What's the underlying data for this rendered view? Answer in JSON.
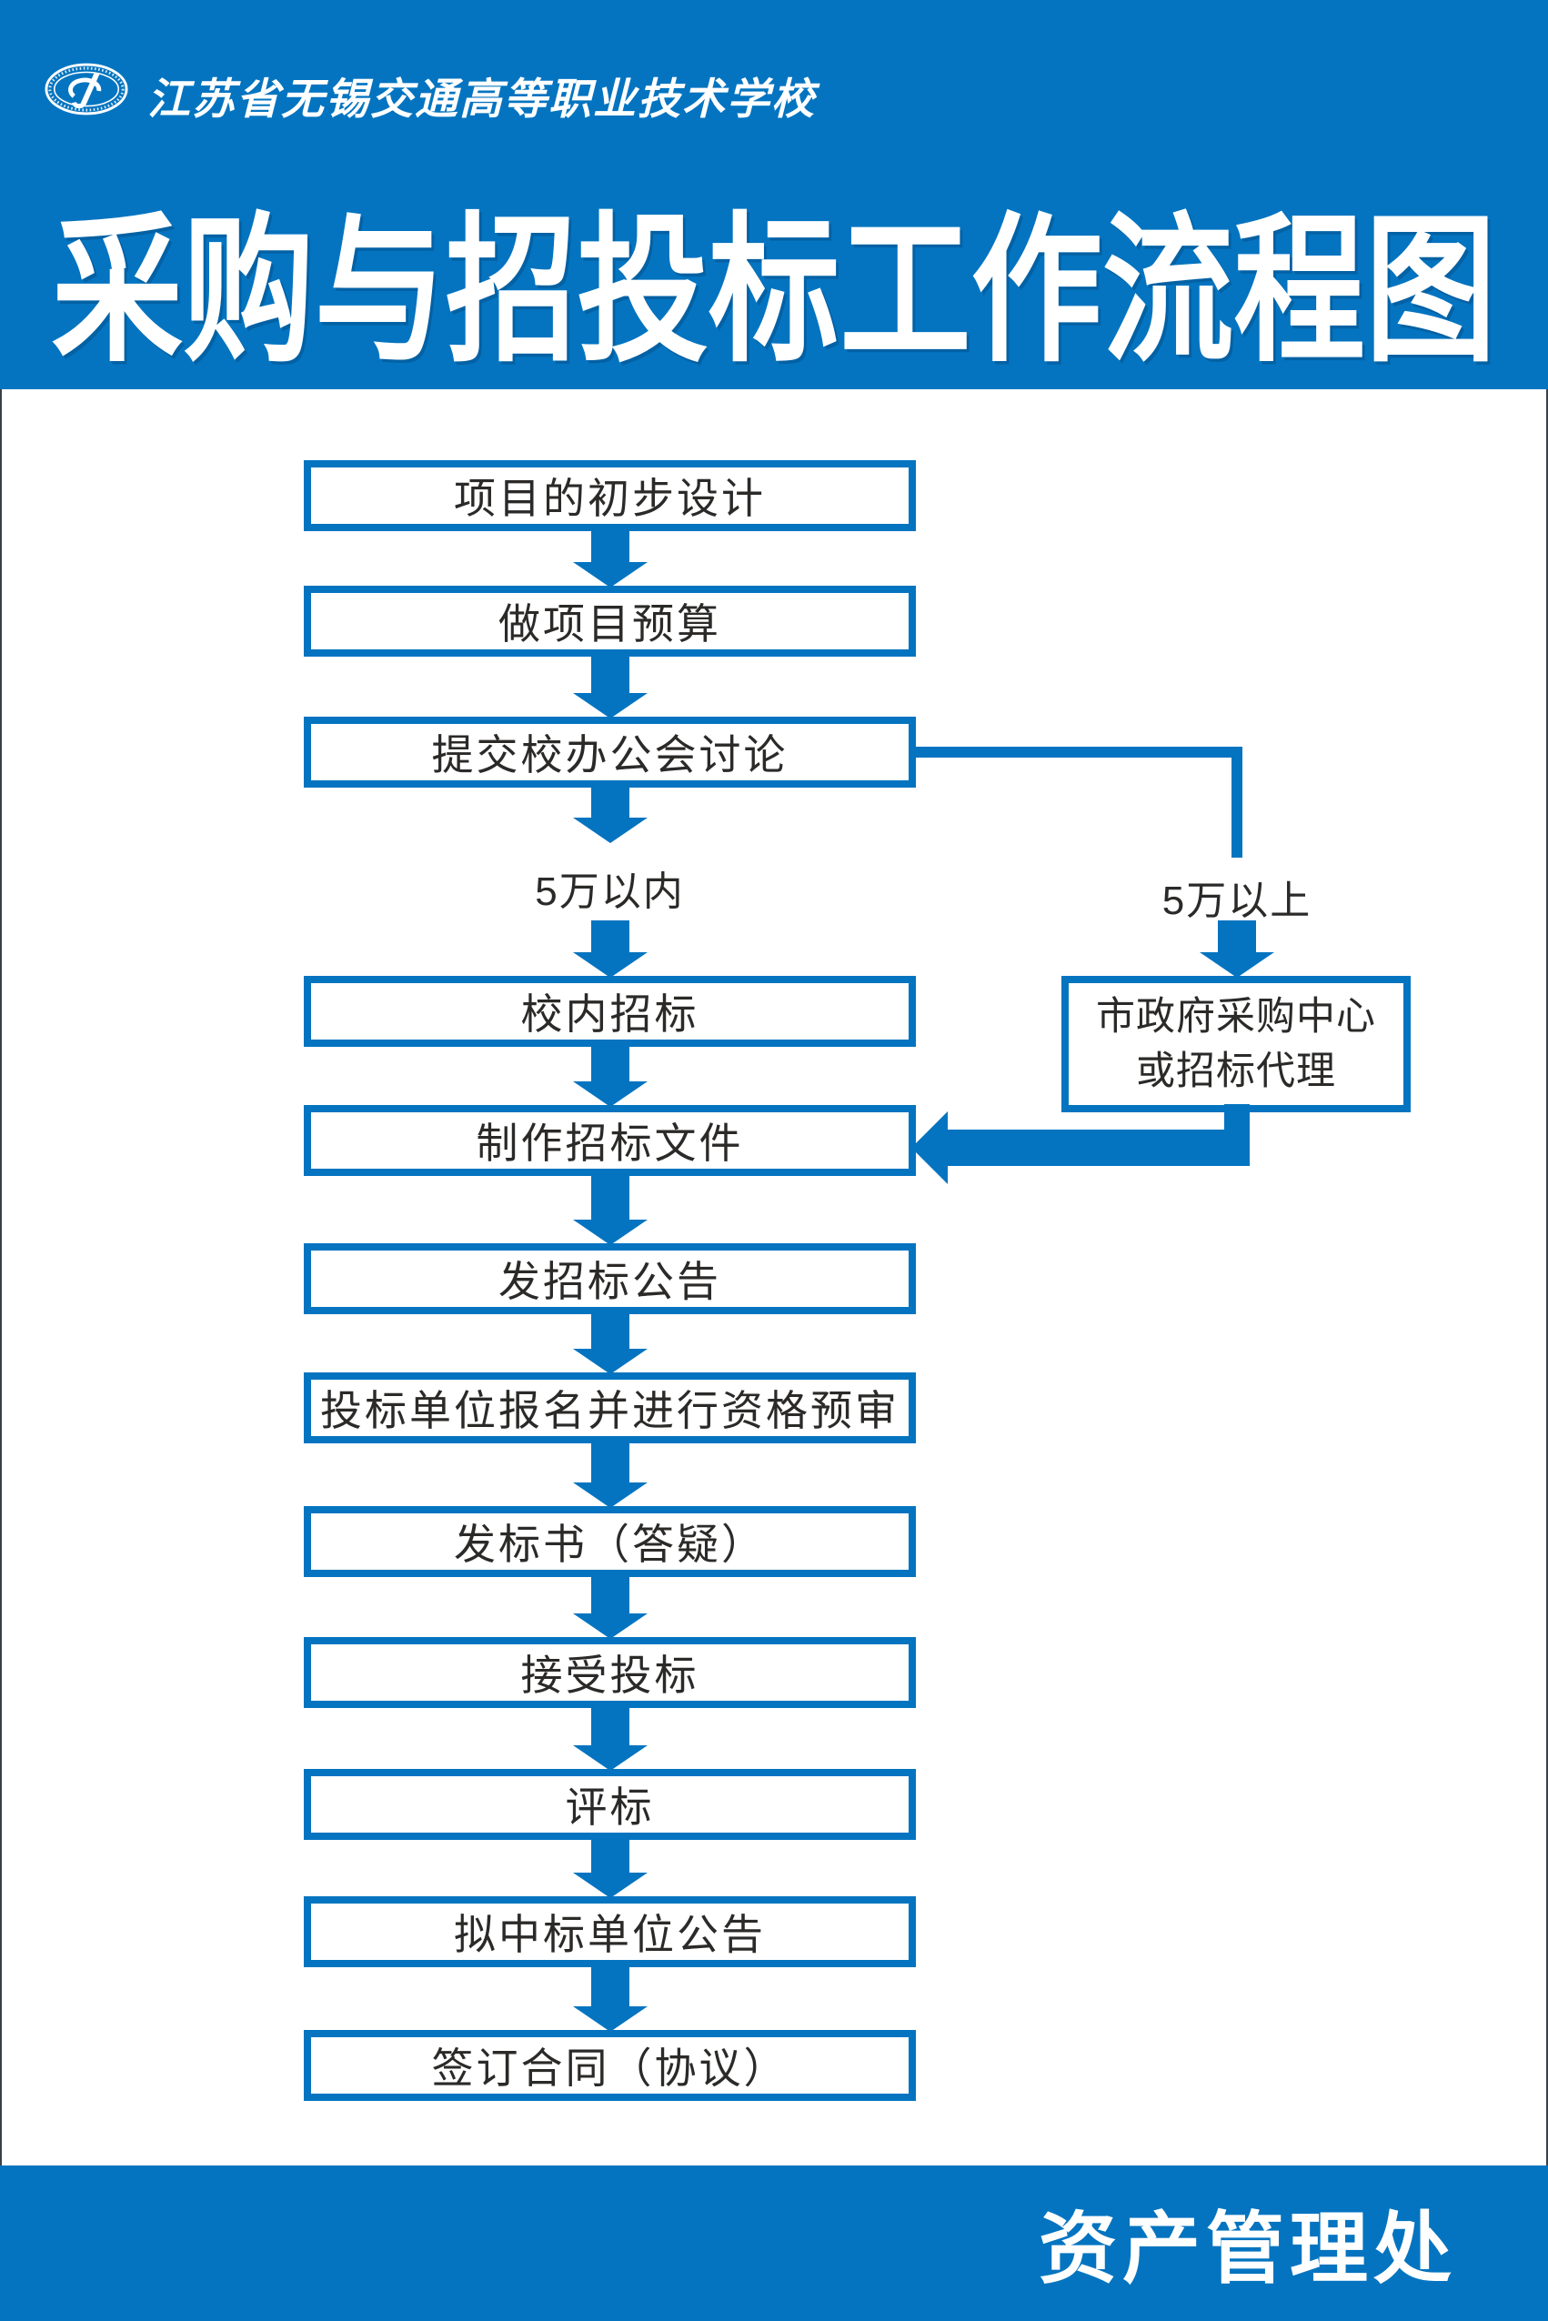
{
  "colors": {
    "blue": "#0474c0",
    "ink": "#2b2a28",
    "white": "#ffffff"
  },
  "header": {
    "school_name": "江苏省无锡交通高等职业技术学校",
    "title": "采购与招投标工作流程图",
    "logo": "school-emblem-icon"
  },
  "flow": {
    "steps": [
      "项目的初步设计",
      "做项目预算",
      "提交校办公会讨论",
      "校内招标",
      "制作招标文件",
      "发招标公告",
      "投标单位报名并进行资格预审",
      "发标书（答疑）",
      "接受投标",
      "评标",
      "拟中标单位公告",
      "签订合同（协议）"
    ],
    "branch_left_label": "5万以内",
    "branch_right_label": "5万以上",
    "side_box": {
      "line1": "市政府采购中心",
      "line2": "或招标代理"
    }
  },
  "footer": {
    "department": "资产管理处"
  }
}
